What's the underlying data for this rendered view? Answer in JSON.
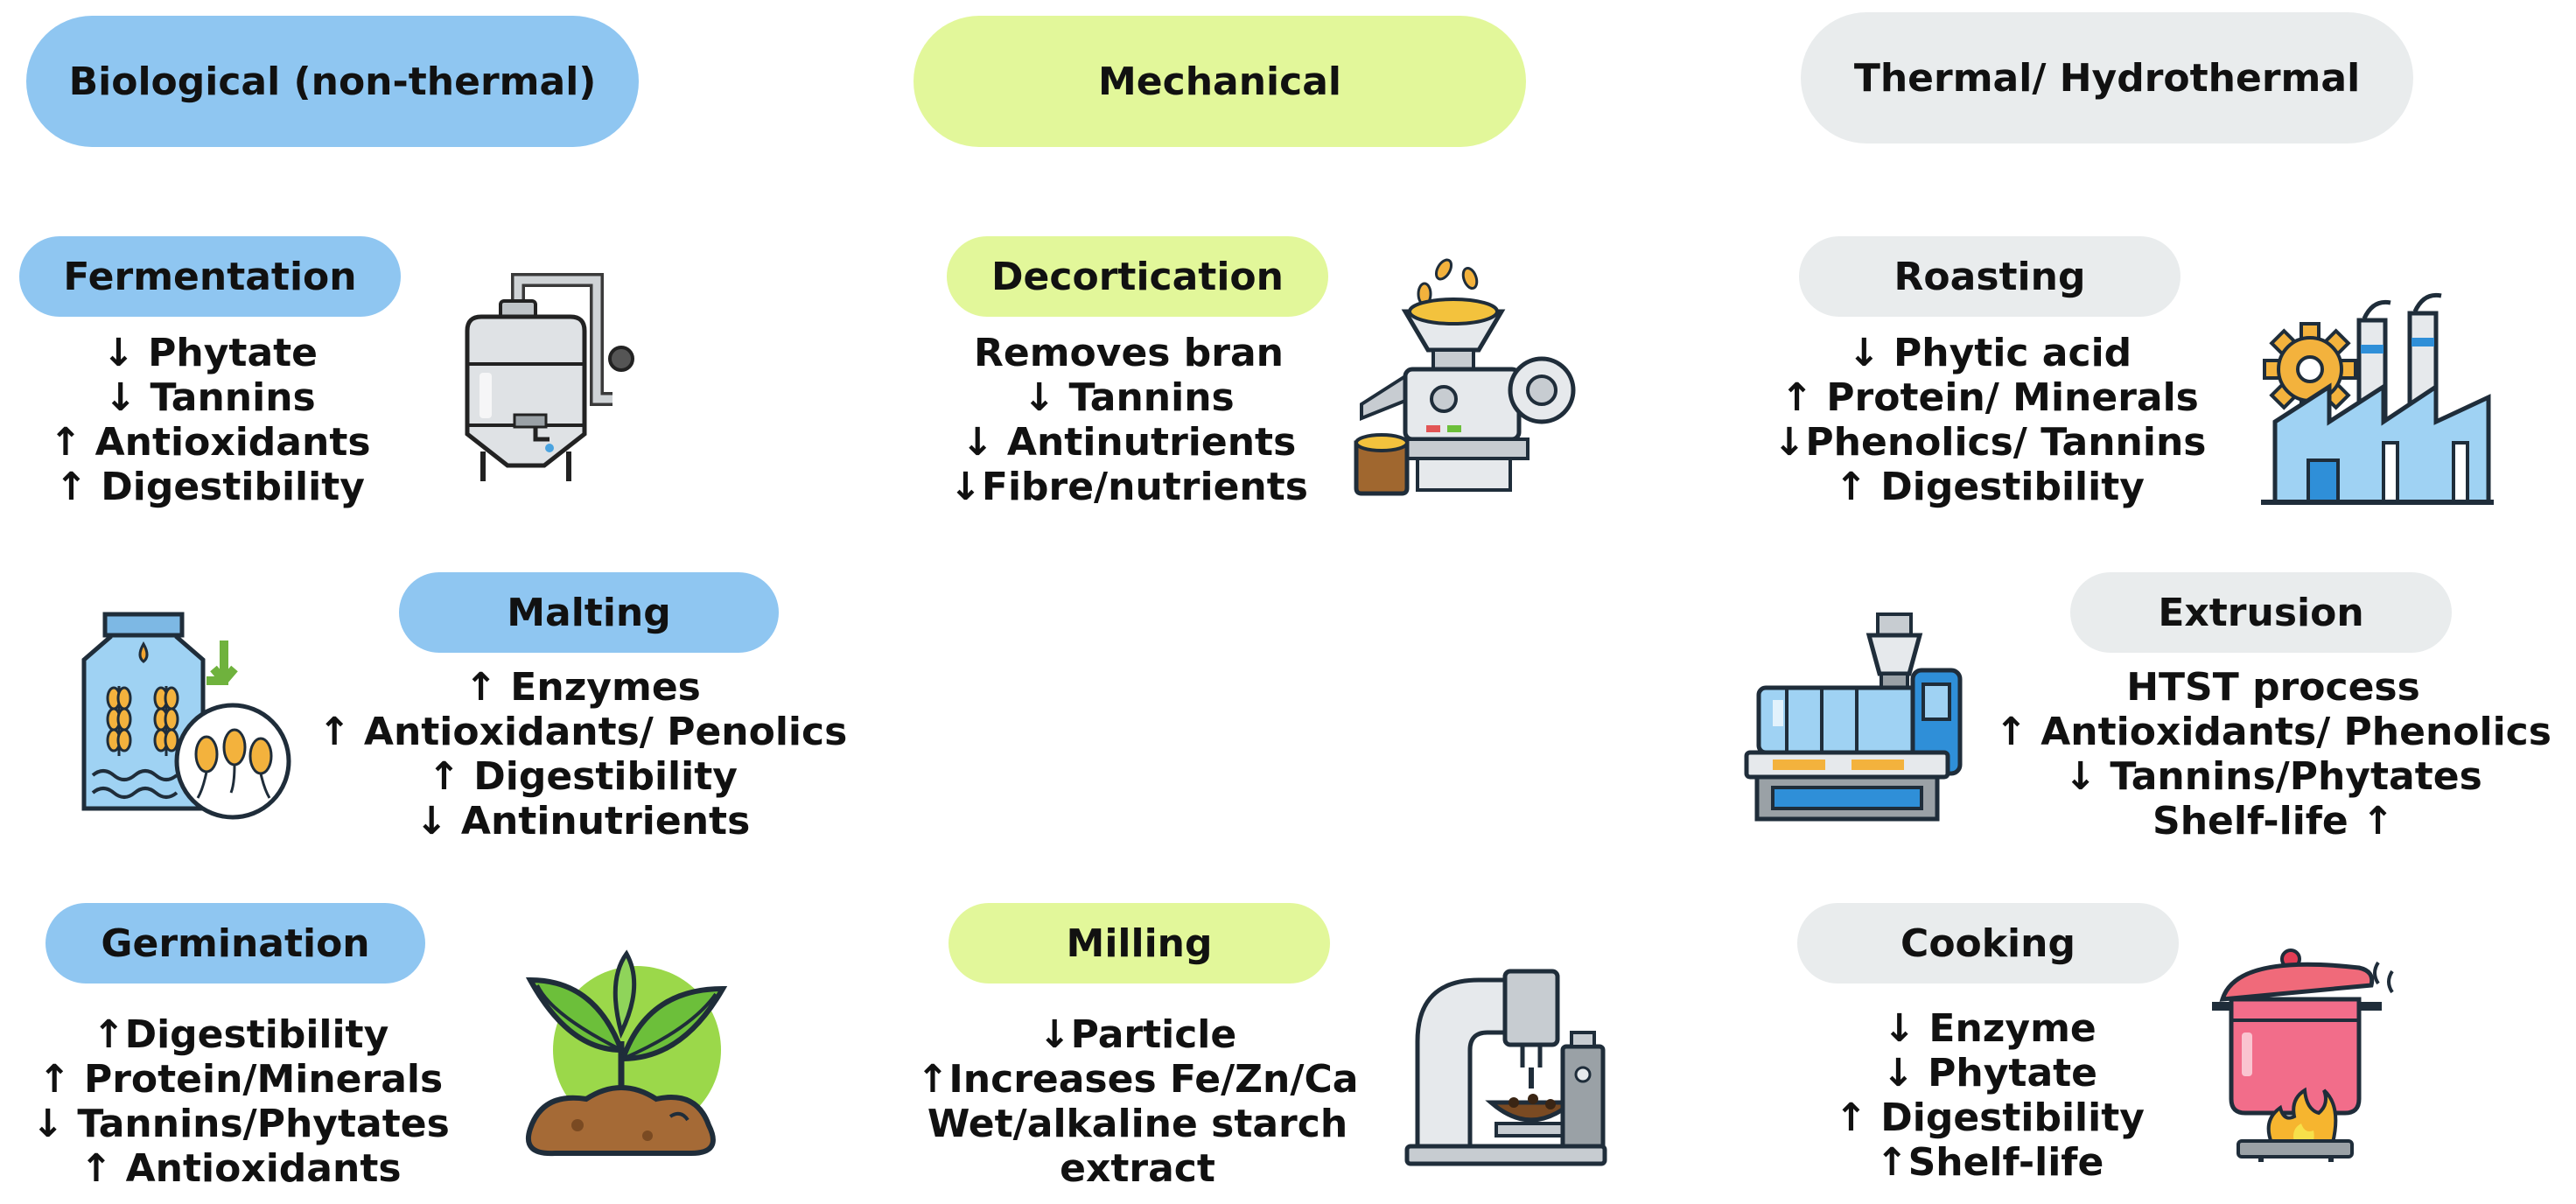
{
  "categories": [
    {
      "label": "Biological (non-thermal)",
      "color": "#8fc6f1"
    },
    {
      "label": "Mechanical",
      "color": "#e2f79a"
    },
    {
      "label": "Thermal/ Hydrothermal",
      "color": "#e9eced"
    }
  ],
  "processes": {
    "fermentation": {
      "label": "Fermentation",
      "effects": [
        "↓ Phytate",
        "↓ Tannins",
        "↑ Antioxidants",
        "↑ Digestibility"
      ]
    },
    "malting": {
      "label": "Malting",
      "effects": [
        "↑ Enzymes",
        "↑ Antioxidants/ Penolics",
        "↑ Digestibility",
        "↓ Antinutrients"
      ]
    },
    "germination": {
      "label": "Germination",
      "effects": [
        "↑Digestibility",
        "↑ Protein/Minerals",
        "↓ Tannins/Phytates",
        "↑ Antioxidants"
      ]
    },
    "decortication": {
      "label": "Decortication",
      "effects": [
        "Removes bran",
        "↓ Tannins",
        "↓ Antinutrients",
        "↓Fibre/nutrients"
      ]
    },
    "milling": {
      "label": "Milling",
      "effects": [
        "↓Particle",
        "↑Increases Fe/Zn/Ca",
        "Wet/alkaline starch",
        "extract"
      ]
    },
    "roasting": {
      "label": "Roasting",
      "effects": [
        "↓ Phytic acid",
        "↑ Protein/ Minerals",
        "↓Phenolics/ Tannins",
        "↑ Digestibility"
      ]
    },
    "extrusion": {
      "label": "Extrusion",
      "effects": [
        "HTST process",
        "↑ Antioxidants/ Phenolics",
        "↓ Tannins/Phytates",
        "Shelf-life ↑"
      ]
    },
    "cooking": {
      "label": "Cooking",
      "effects": [
        "↓ Enzyme",
        "↓ Phytate",
        "↑ Digestibility",
        "↑Shelf-life"
      ]
    }
  },
  "icons": [
    "fermenter-tank-icon",
    "malting-grain-icon",
    "sprout-soil-icon",
    "decorticator-machine-icon",
    "milling-machine-icon",
    "factory-gear-icon",
    "extruder-machine-icon",
    "cooking-pot-icon"
  ]
}
